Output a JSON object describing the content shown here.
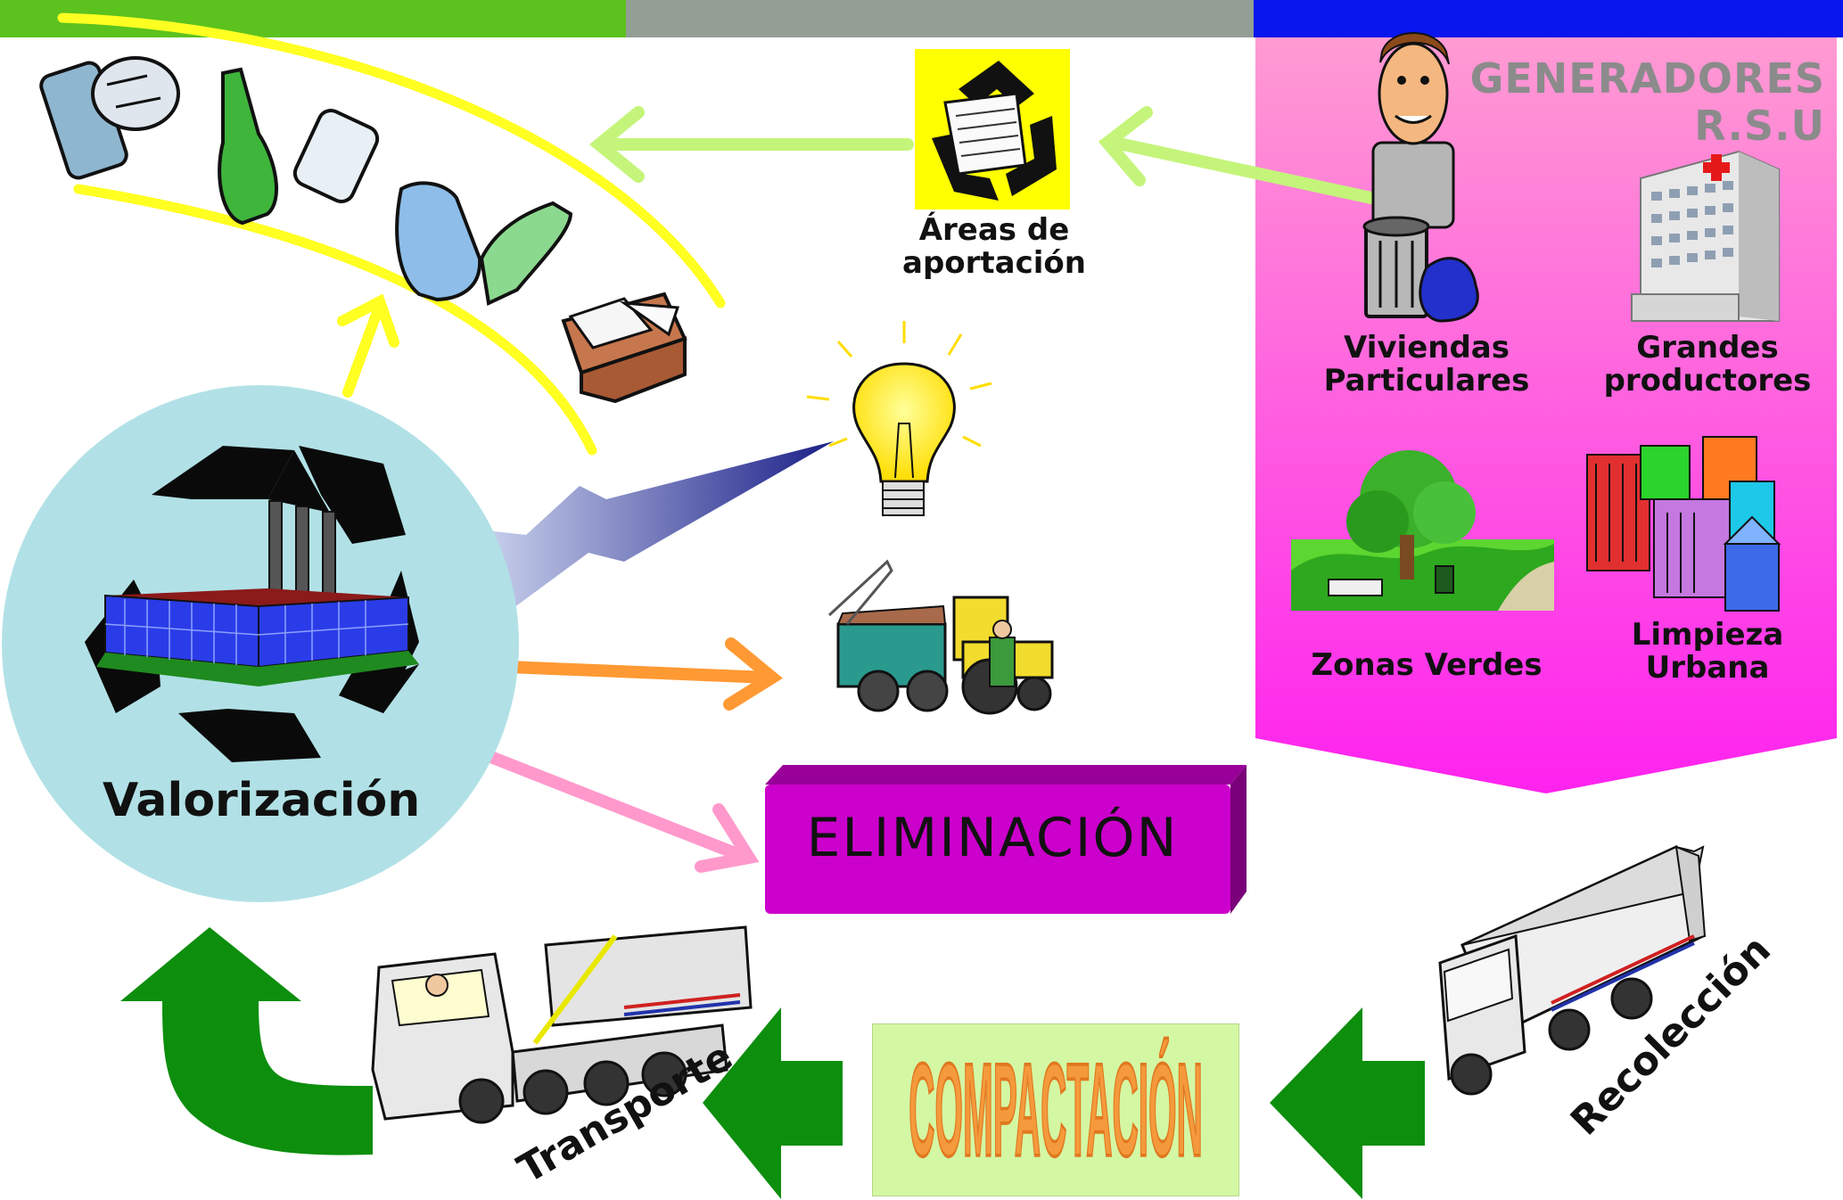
{
  "header_bar_colors": [
    "#5cc21e",
    "#939e94",
    "#0a16ee"
  ],
  "generadores": {
    "title_line1": "GENERADORES",
    "title_line2": "R.S.U",
    "panel_color": "#ff33ee",
    "items": [
      {
        "line1": "Viviendas",
        "line2": "Particulares",
        "icon": "trash-can-with-bag-icon"
      },
      {
        "line1": "Grandes",
        "line2": "productores",
        "icon": "hospital-building-icon"
      },
      {
        "line1": "Zonas Verdes",
        "line2": "",
        "icon": "park-icon"
      },
      {
        "line1": "Limpieza",
        "line2": "Urbana",
        "icon": "city-buildings-icon"
      }
    ]
  },
  "areas": {
    "line1": "Áreas de",
    "line2": "aportación",
    "icon": "recycling-newspaper-icon"
  },
  "valorizacion": {
    "label": "Valorización",
    "icon": "recycling-factory-icon"
  },
  "eliminacion": {
    "label": "ELIMINACIÓN",
    "color": "#cc00cc"
  },
  "compactacion": {
    "label": "COMPACTACIÓN",
    "color": "#f49a3c"
  },
  "transporte": {
    "label": "Transporte",
    "icon": "transport-truck-icon"
  },
  "recoleccion": {
    "label": "Recolección",
    "icon": "garbage-truck-icon"
  },
  "outputs": {
    "energy_icon": "light-bulb-icon",
    "compost_icon": "tractor-icon",
    "materials_icons": [
      "can-icon",
      "bottle-icon",
      "plastic-bottle-icon",
      "paper-box-icon"
    ]
  },
  "arrow_colors": {
    "recycle": "#ffff22",
    "light_green": "#c4f57a",
    "orange": "#ff9933",
    "pink": "#ff99cc",
    "dark_green": "#0d8e0d"
  }
}
